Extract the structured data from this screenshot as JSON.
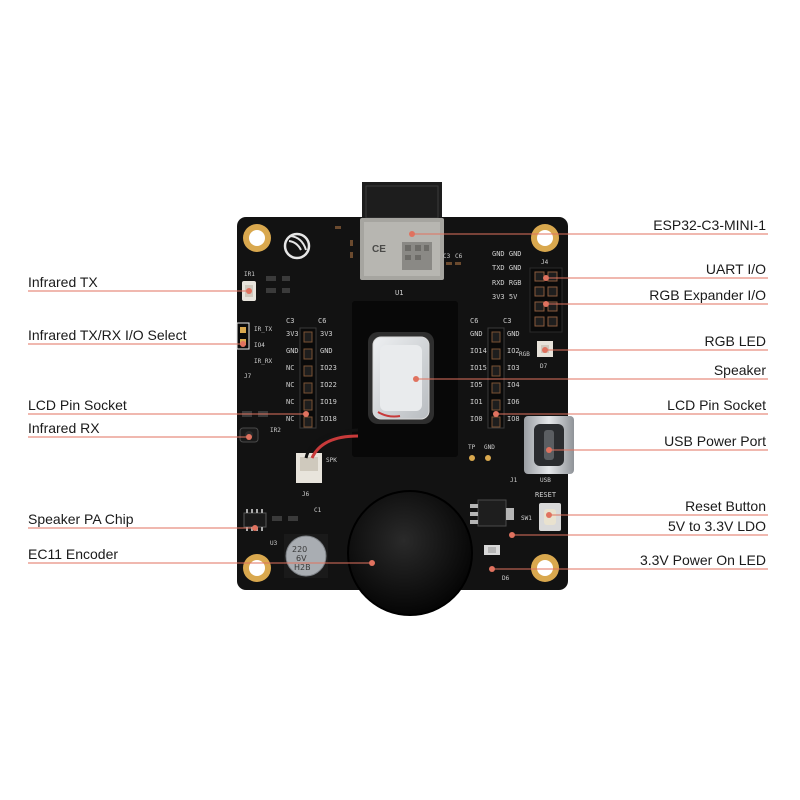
{
  "colors": {
    "leader_line": "#e0725f",
    "board": "#121212",
    "gold_pad": "#d9a84e",
    "silkscreen": "#cfcfcf"
  },
  "left_labels": [
    "Infrared TX",
    "Infrared TX/RX I/O Select",
    "LCD Pin Socket",
    "Infrared RX",
    "Speaker PA Chip",
    "EC11 Encoder"
  ],
  "right_labels": [
    "ESP32-C3-MINI-1",
    "UART I/O",
    "RGB Expander I/O",
    "RGB LED",
    "Speaker",
    "LCD Pin Socket",
    "USB Power Port",
    "Reset Button",
    "5V to 3.3V LDO",
    "3.3V Power On LED"
  ],
  "silk": {
    "module_cert": "CE",
    "module_ref": "U1",
    "ir_tx_ref": "IR1",
    "ir_rx_ref": "IR2",
    "jumper_ref": "J7",
    "jumper_tx": "IR_TX",
    "jumper_rx": "IR_RX",
    "io4": "IO4",
    "lcd_left_cols": [
      "C3",
      "C6"
    ],
    "lcd_left_pins": [
      "3V3",
      "GND",
      "NC",
      "NC",
      "NC",
      "NC"
    ],
    "lcd_left_pins_right": [
      "3V3",
      "GND",
      "IO23",
      "IO22",
      "IO19",
      "IO18"
    ],
    "lcd_right_cols": [
      "C6",
      "C3"
    ],
    "lcd_right_pins": [
      "GND",
      "IO14",
      "IO15",
      "IO5",
      "IO1",
      "IO0"
    ],
    "lcd_right_pins_right": [
      "GND",
      "IO2",
      "IO3",
      "IO4",
      "IO6",
      "IO8"
    ],
    "uart_rows": [
      "GND GND",
      "TXD GND",
      "RXD RGB",
      "3V3 5V"
    ],
    "header_ref": "J4",
    "rgb": "RGB",
    "led_ref": "D7",
    "usb_ref": "J1",
    "usb": "USB",
    "tp": "TP",
    "gnd": "GND",
    "reset": "RESET",
    "sw_ref": "SW1",
    "spk": "SPK",
    "speaker_conn_ref": "J6",
    "pa_ref": "U3",
    "cap_ref": "C1",
    "power_led_ref": "D6",
    "cap_text": [
      "220",
      "6V",
      "H2B"
    ],
    "c_labels": [
      "C3",
      "C6"
    ]
  }
}
